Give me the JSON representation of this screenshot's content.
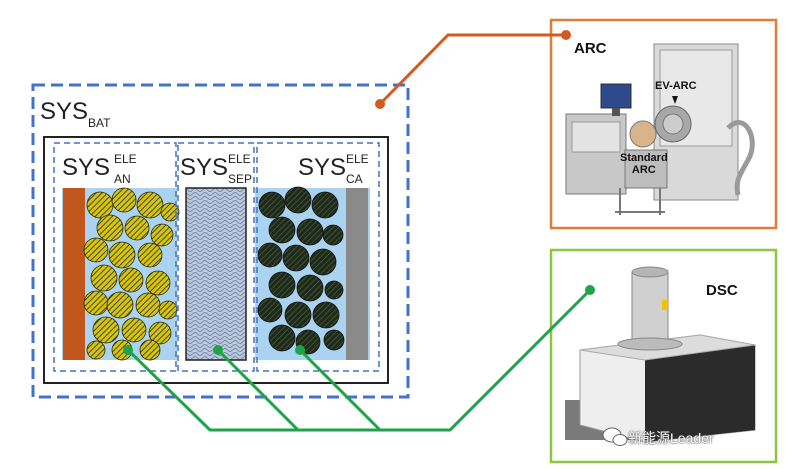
{
  "system": {
    "battery": {
      "base": "SYS",
      "sub": "BAT"
    },
    "anode": {
      "base": "SYS",
      "sup": "ELE",
      "sub": "AN"
    },
    "separator": {
      "base": "SYS",
      "sup": "ELE",
      "sub": "SEP"
    },
    "cathode": {
      "base": "SYS",
      "sup": "ELE",
      "sub": "CA"
    }
  },
  "instruments": {
    "arc": {
      "title": "ARC",
      "ev_arc": "EV-ARC",
      "standard_arc": "Standard\nARC"
    },
    "dsc": {
      "title": "DSC"
    }
  },
  "watermark": "新能源Leader",
  "colors": {
    "battery_border": "#4472c4",
    "arc_frame": "#e07b39",
    "dsc_frame": "#8cc63f",
    "arc_connector": "#d45a1f",
    "dsc_connector": "#1ea34a",
    "anode_current_collector": "#c0561b",
    "cathode_current_collector": "#8a8a8a",
    "electrolyte": "#a9d3f0",
    "anode_particles": "#d4c416",
    "cathode_particles": "#1f2a1c"
  }
}
